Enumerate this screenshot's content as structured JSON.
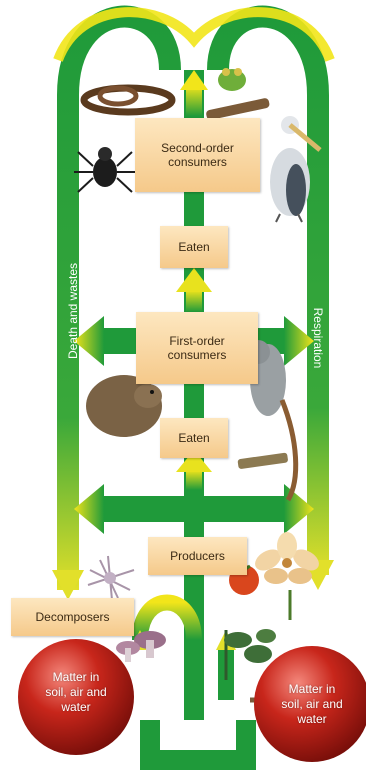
{
  "boxes": {
    "second_order": "Second-order consumers",
    "eaten_upper": "Eaten",
    "first_order": "First-order consumers",
    "eaten_lower": "Eaten",
    "producers": "Producers",
    "decomposers": "Decomposers"
  },
  "side_labels": {
    "left": "Death and wastes",
    "right": "Respiration"
  },
  "reservoirs": {
    "left": "Matter in soil, air and water",
    "right": "Matter in soil, air and water"
  },
  "colors": {
    "flow_green": "#1f9a3a",
    "flow_yellow": "#f2e51a",
    "box_fill": "#f8d6a2",
    "reservoir_red": "#c8261b"
  },
  "organism_icons": [
    "snake-icon",
    "frog-icon",
    "spider-icon",
    "pelican-icon",
    "wombat-icon",
    "possum-icon",
    "log-icon",
    "flower-icon",
    "tomato-icon",
    "mould-icon",
    "mushroom-icon",
    "plant-icon"
  ]
}
